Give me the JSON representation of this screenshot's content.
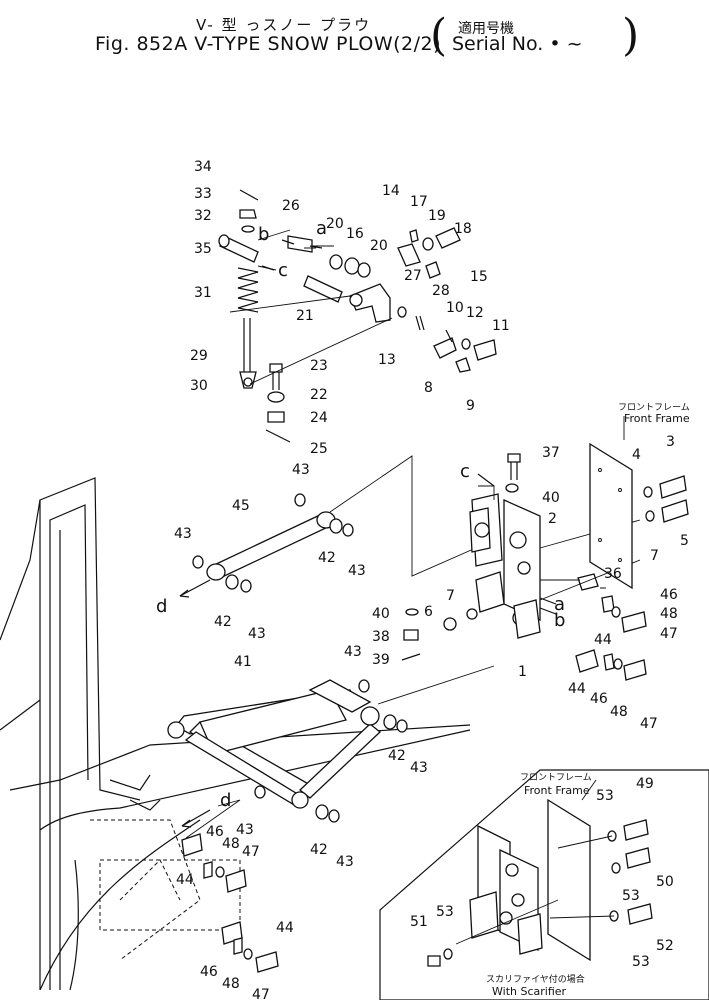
{
  "title": {
    "jp": "V- 型 っスノー プラウ",
    "en": "Fig. 852A  V-TYPE SNOW PLOW(2/2)",
    "serial_jp": "適用号機",
    "serial_en": "Serial No.    • ~"
  },
  "callouts": [
    "1",
    "2",
    "3",
    "4",
    "5",
    "6",
    "7",
    "8",
    "9",
    "10",
    "11",
    "12",
    "13",
    "14",
    "15",
    "16",
    "17",
    "18",
    "19",
    "20",
    "21",
    "22",
    "23",
    "24",
    "25",
    "26",
    "27",
    "28",
    "29",
    "30",
    "31",
    "32",
    "33",
    "34",
    "35",
    "36",
    "37",
    "38",
    "39",
    "40",
    "41",
    "42",
    "43",
    "44",
    "45",
    "46",
    "47",
    "48",
    "49",
    "50",
    "51",
    "52",
    "53"
  ],
  "letters": [
    "a",
    "b",
    "c",
    "d"
  ],
  "front_frame": {
    "jp": "フロントフレーム",
    "en": "Front Frame"
  },
  "inset_frame": {
    "jp": "フロントフレーム",
    "en": "Front Frame"
  },
  "inset_caption": {
    "jp": "スカリファイヤ付の場合",
    "en": "With Scarifier"
  }
}
